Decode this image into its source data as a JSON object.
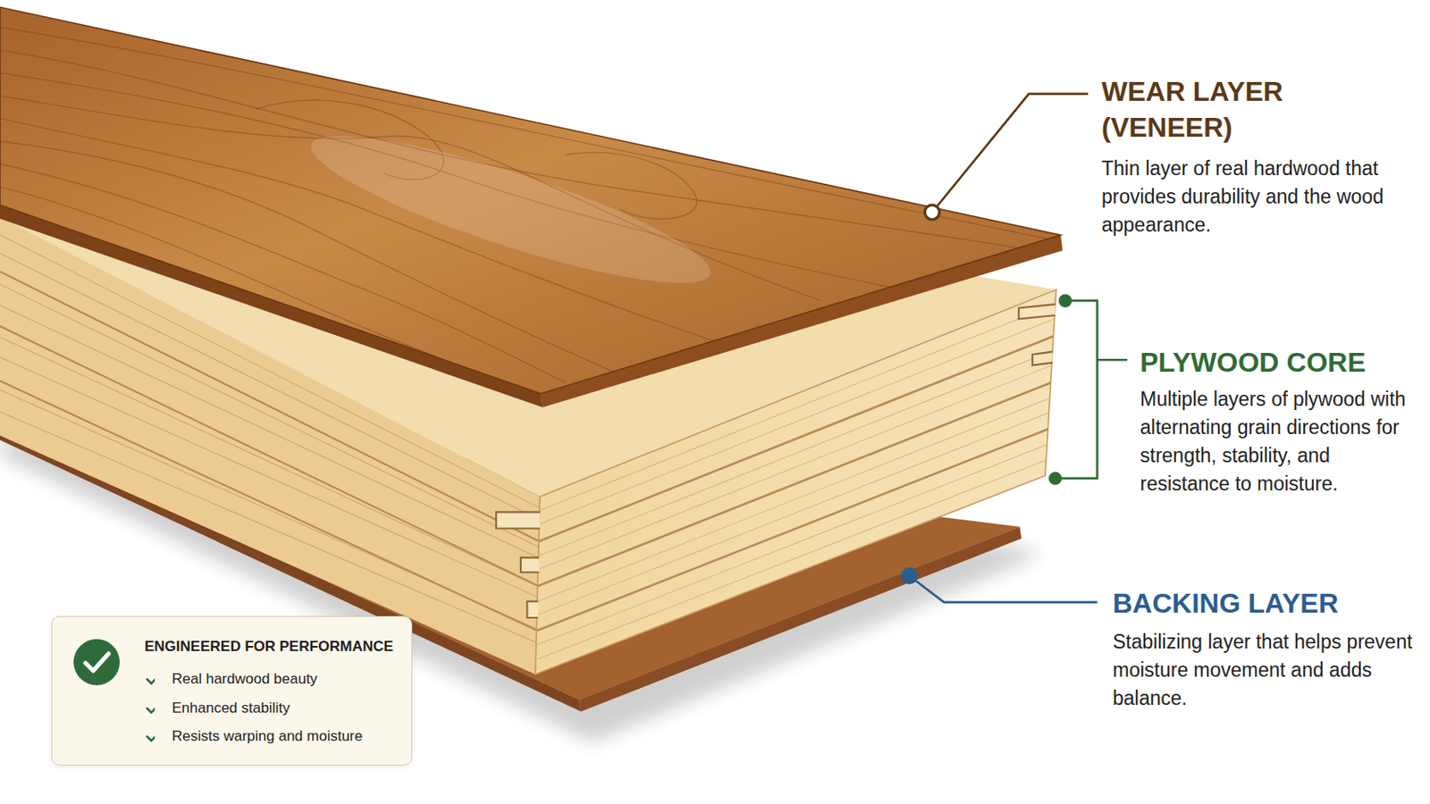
{
  "diagram": {
    "nodes": [
      {
        "text": [
          "ENGINEERED FOR PERFORMANCE",
          "Real hardwood beauty",
          "Enhanced stability",
          "Resists warping and moisture"
        ]
      }
    ],
    "labels": [
      "WEAR LAYER (VENEER)",
      "Thin layer of real hardwood that provides durability and the wood appearance.",
      "PLYWOOD CORE",
      "Multiple layers of plywood with alternating grain directions for strength, stability, and resistance to moisture.",
      "BACKING LAYER",
      "Stabilizing layer that helps prevent moisture movement and adds balance."
    ]
  }
}
